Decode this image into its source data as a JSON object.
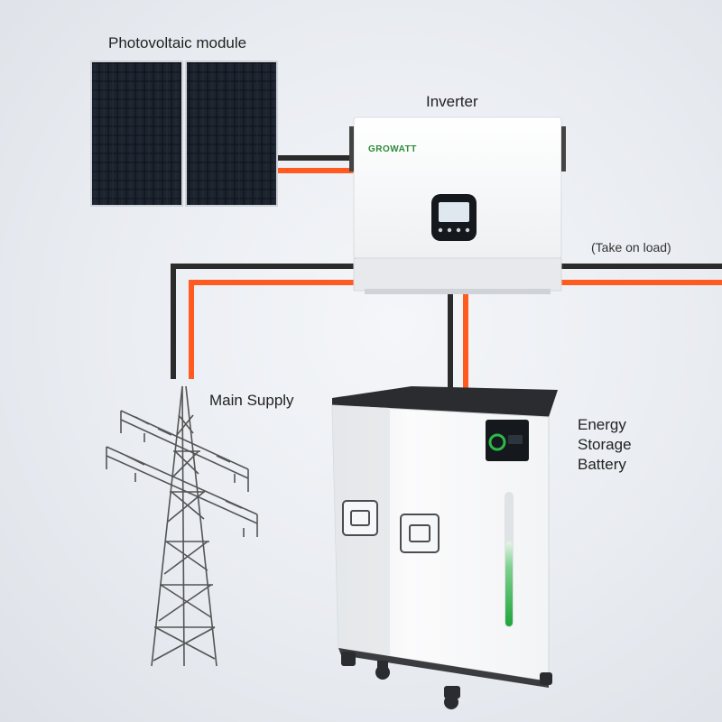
{
  "labels": {
    "pv_module": "Photovoltaic module",
    "inverter": "Inverter",
    "take_on_load": "(Take on load)",
    "main_supply": "Main Supply",
    "battery": [
      "Energy",
      "Storage",
      "Battery"
    ]
  },
  "inverter_brand": "GROWATT",
  "colors": {
    "wire_dark": "#2b2b2b",
    "wire_orange": "#ff5a1f",
    "battery_indicator": "#2fb84a",
    "brand": "#2e8b3a"
  }
}
